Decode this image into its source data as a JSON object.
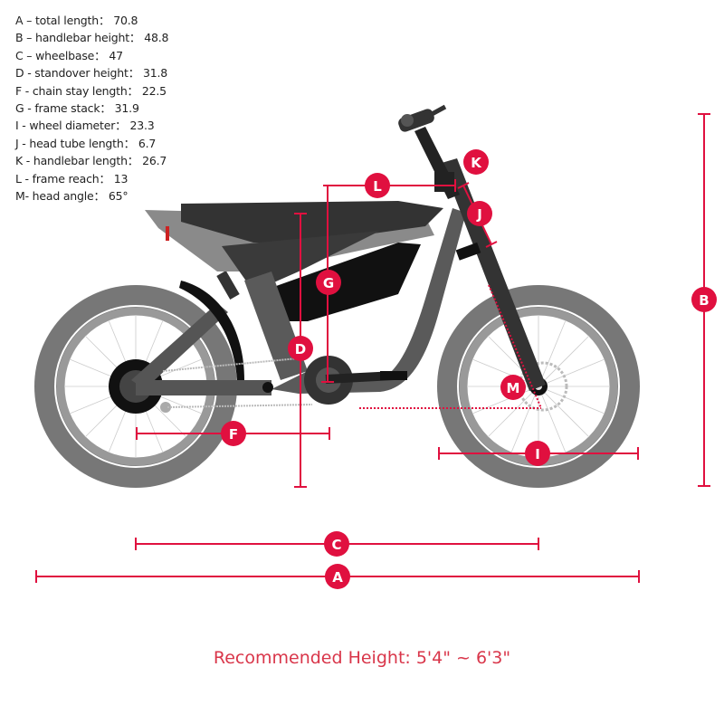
{
  "specs": [
    {
      "letter": "A",
      "label": "A – total length：",
      "value": "70.8"
    },
    {
      "letter": "B",
      "label": "B – handlebar height：",
      "value": "48.8"
    },
    {
      "letter": "C",
      "label": "C – wheelbase：",
      "value": "47"
    },
    {
      "letter": "D",
      "label": "D - standover height：",
      "value": "31.8"
    },
    {
      "letter": "F",
      "label": "F - chain stay length：",
      "value": "22.5"
    },
    {
      "letter": "G",
      "label": "G - frame stack：",
      "value": "31.9"
    },
    {
      "letter": "I",
      "label": "I - wheel diameter：",
      "value": "23.3"
    },
    {
      "letter": "J",
      "label": "J - head tube length：",
      "value": "6.7"
    },
    {
      "letter": "K",
      "label": "K - handlebar length：",
      "value": "26.7"
    },
    {
      "letter": "L",
      "label": "L - frame reach：",
      "value": "13"
    },
    {
      "letter": "M",
      "label": "M- head angle：",
      "value": "65°"
    }
  ],
  "markers": {
    "A": "A",
    "B": "B",
    "C": "C",
    "D": "D",
    "F": "F",
    "G": "G",
    "I": "I",
    "J": "J",
    "K": "K",
    "L": "L",
    "M": "M"
  },
  "colors": {
    "accent": "#e0103f",
    "frame": "#5a5a5a",
    "tire": "#777777",
    "text": "#222222",
    "footer": "#d9364a"
  },
  "footer": {
    "recommended_height": "Recommended Height: 5'4\" ~ 6'3\""
  }
}
